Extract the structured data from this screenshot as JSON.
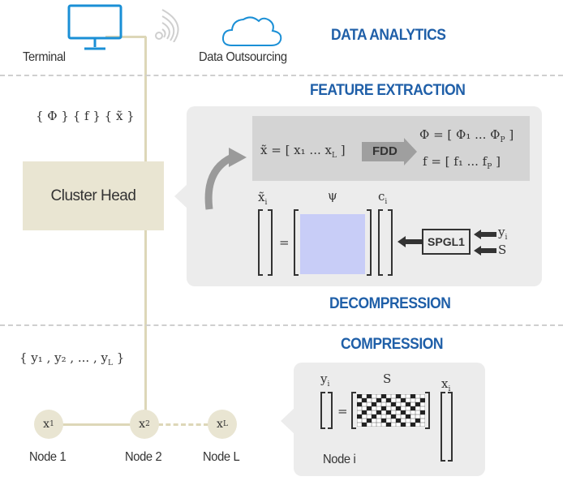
{
  "titles": {
    "data_analytics": "DATA ANALYTICS",
    "feature_extraction": "FEATURE EXTRACTION",
    "decompression": "DECOMPRESSION",
    "compression": "COMPRESSION"
  },
  "top": {
    "terminal_label": "Terminal",
    "outsourcing_label": "Data Outsourcing",
    "terminal_icon": "monitor-icon",
    "wifi_icon": "wifi-signal-icon",
    "cloud_icon": "cloud-icon"
  },
  "cluster": {
    "label": "Cluster Head",
    "features_text": "{ Φ } { f } { x̃ }",
    "measurements_text": "{ y₁ , y₂ , ... , y",
    "measurements_sub": "L",
    "measurements_end": " }"
  },
  "feature_panel": {
    "x_vec": "x̃ = [ x₁ ... x",
    "x_vec_sub": "L",
    "x_vec_end": " ]",
    "fdd_label": "FDD",
    "phi_vec": "Φ = [ Φ₁ ... Φ",
    "phi_sub": "P",
    "phi_end": " ]",
    "f_vec": "f = [ f₁  ...  f",
    "f_sub": "P",
    "f_end": " ]"
  },
  "decomp_panel": {
    "xi_label": "x̃",
    "xi_sub": "i",
    "psi_label": "ψ",
    "ci_label": "c",
    "ci_sub": "i",
    "equals": "=",
    "solver_label": "SPGL1",
    "yi_label": "y",
    "yi_sub": "i",
    "s_label": "S"
  },
  "compress_panel": {
    "yi_label": "y",
    "yi_sub": "i",
    "s_label": "S",
    "xi_label": "x",
    "xi_sub": "i",
    "equals": "=",
    "node_label": "Node i"
  },
  "nodes": [
    {
      "symbol": "x",
      "sub": "1",
      "label": "Node 1"
    },
    {
      "symbol": "x",
      "sub": "2",
      "label": "Node 2"
    },
    {
      "symbol": "x",
      "sub": "L",
      "label": "Node L"
    }
  ],
  "colors": {
    "title_blue": "#1f5fa8",
    "line_beige": "#ddd7b8",
    "cluster_box": "#e9e5d2",
    "panel_gray": "#ececec",
    "fdd_gray": "#d4d4d4",
    "psi_fill": "#c8cdf7",
    "icon_blue": "#1a8fd6"
  }
}
